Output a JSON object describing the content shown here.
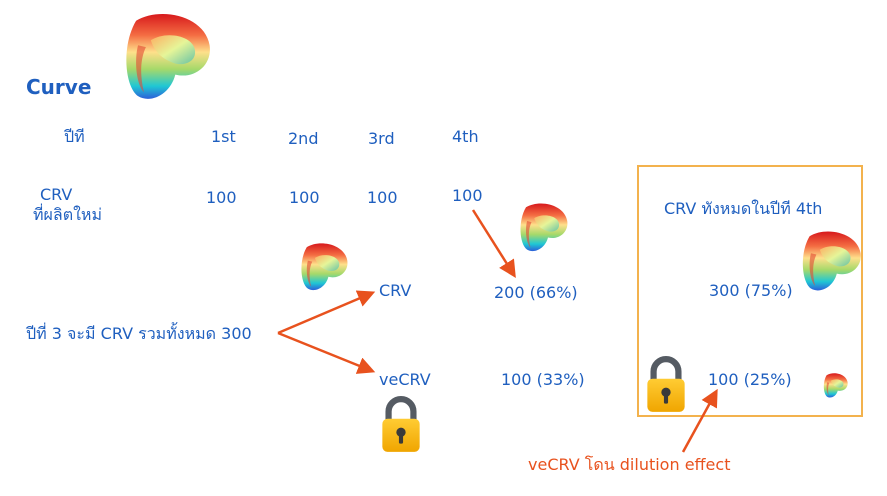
{
  "title": "Curve",
  "header": {
    "row_label": "ปีที",
    "years": [
      "1st",
      "2nd",
      "3rd",
      "4th"
    ]
  },
  "supply": {
    "label_line1": "CRV",
    "label_line2": "ที่ผลิตใหม่",
    "values": [
      "100",
      "100",
      "100",
      "100"
    ]
  },
  "year3": {
    "label": "ปีที่ 3 จะมี CRV รวมทั้งหมด 300",
    "crv_label": "CRV",
    "vecrv_label": "veCRV"
  },
  "year4": {
    "crv_value": "200 (66%)",
    "vecrv_value": "100 (33%)"
  },
  "box": {
    "title": "CRV ทังหมดในปีที 4th",
    "crv_value": "300 (75%)",
    "vecrv_value": "100 (25%)"
  },
  "note": "veCRV โดน dilution effect",
  "icons": [
    "curve-logo-icon",
    "lock-icon"
  ],
  "colors": {
    "text": "#1f5fbf",
    "arrow": "#e8521e",
    "frame": "#f3b24d",
    "lock": "#f5b400"
  }
}
